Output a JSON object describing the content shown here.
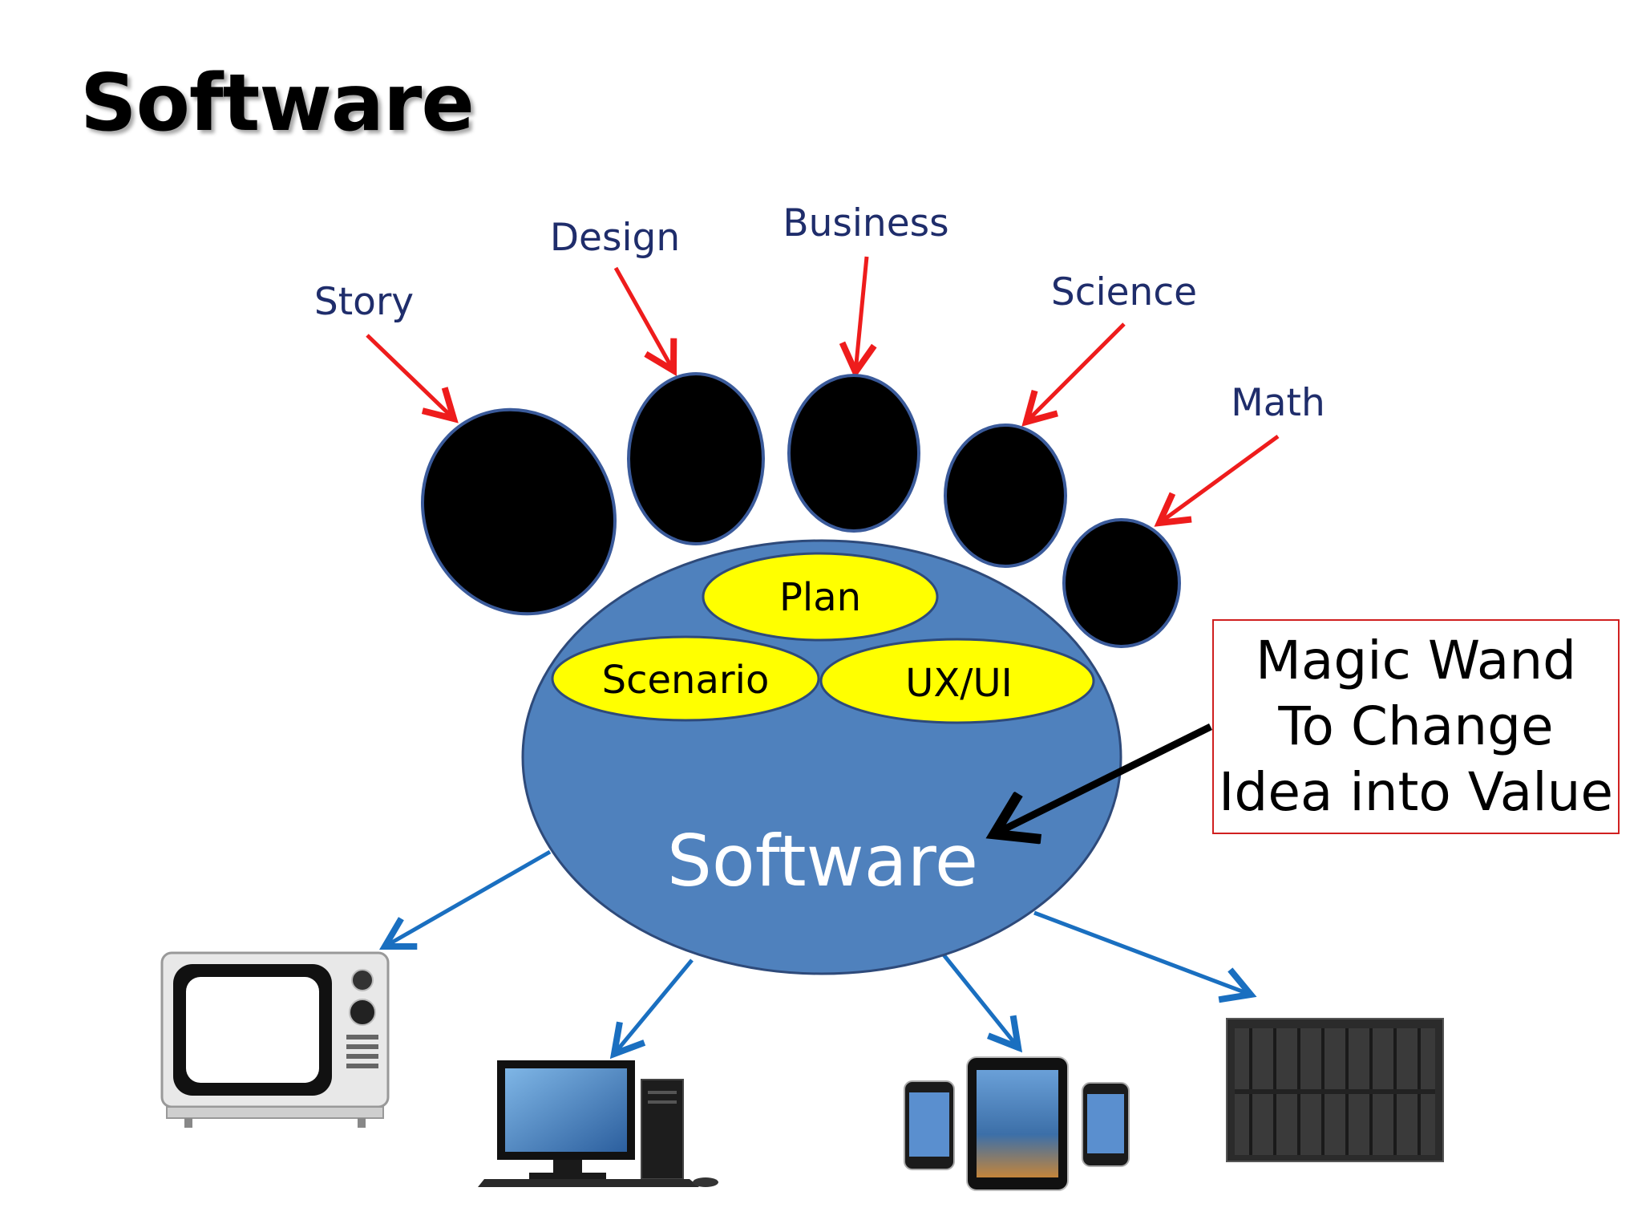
{
  "slide": {
    "title": "Software"
  },
  "inputs": [
    {
      "label": "Story"
    },
    {
      "label": "Design"
    },
    {
      "label": "Business"
    },
    {
      "label": "Science"
    },
    {
      "label": "Math"
    }
  ],
  "core": {
    "label": "Software",
    "pads": [
      {
        "label": "Plan"
      },
      {
        "label": "Scenario"
      },
      {
        "label": "UX/UI"
      }
    ]
  },
  "callout": {
    "lines": [
      "Magic Wand",
      "To Change",
      "Idea into Value"
    ]
  },
  "devices": [
    {
      "name": "tv"
    },
    {
      "name": "desktop-computer"
    },
    {
      "name": "mobile-devices"
    },
    {
      "name": "server-rack"
    }
  ],
  "colors": {
    "core_fill": "#4f81bd",
    "pad_fill": "#ffff00",
    "toe_fill": "#000000",
    "outline": "#2e4a7a",
    "input_arrow": "#ee1c1c",
    "output_arrow": "#1a6fc0",
    "label_color": "#1f2d6b",
    "callout_border": "#d02020"
  }
}
